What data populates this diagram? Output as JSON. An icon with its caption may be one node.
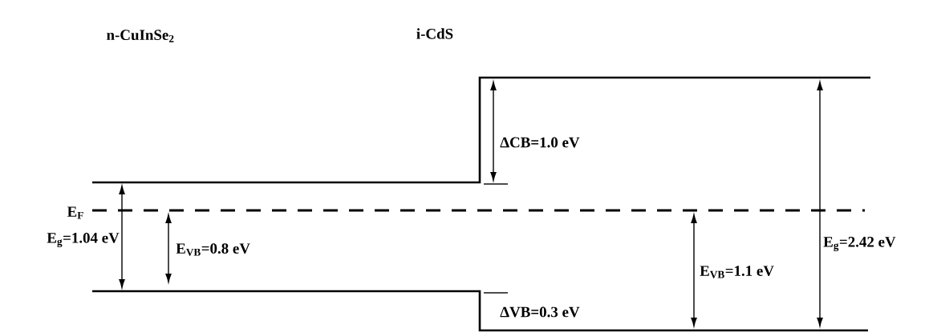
{
  "diagram": {
    "labels": [
      "n-CuInSe$_{2}$",
      "i-CdS",
      "E$_{F}$",
      "E$_{g}$=1.04 eV",
      "E$_{VB}$=0.8 eV",
      "ΔCB=1.0 eV",
      "E$_{VB}$=1.1 eV",
      "E$_{g}$=2.42 eV",
      "ΔVB=0.3 eV"
    ]
  }
}
